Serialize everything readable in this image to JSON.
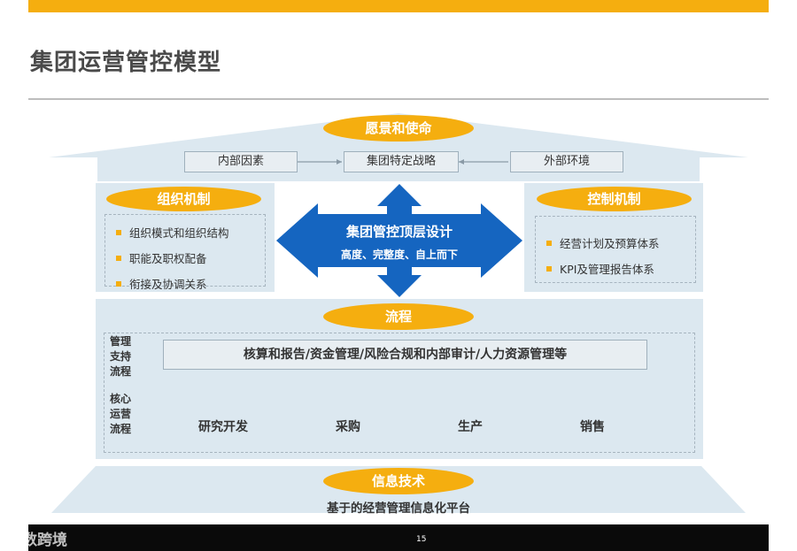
{
  "title": "集团运营管控模型",
  "roof": {
    "vision": "愿景和使命",
    "internal": "内部因素",
    "strategy": "集团特定战略",
    "external": "外部环境"
  },
  "org": {
    "title": "组织机制",
    "items": [
      "组织模式和组织结构",
      "职能及职权配备",
      "衔接及协调关系"
    ]
  },
  "center": {
    "title": "集团管控顶层设计",
    "subtitle": "高度、完整度、自上而下"
  },
  "control": {
    "title": "控制机制",
    "items": [
      "经营计划及预算体系",
      "KPI及管理报告体系"
    ]
  },
  "process": {
    "title": "流程",
    "support_label": "管理\n支持\n流程",
    "support_text": "核算和报告/资金管理/风险合规和内部审计/人力资源管理等",
    "core_label": "核心\n运营\n流程",
    "core_steps": [
      "研究开发",
      "采购",
      "生产",
      "销售"
    ]
  },
  "it": {
    "title": "信息技术",
    "subtitle": "基于的经营管理信息化平台"
  },
  "footer": {
    "page": "15",
    "watermark": "大数跨境"
  },
  "colors": {
    "accent": "#F5AE0F",
    "blue": "#1565C0",
    "panel": "#DCE8F0"
  }
}
